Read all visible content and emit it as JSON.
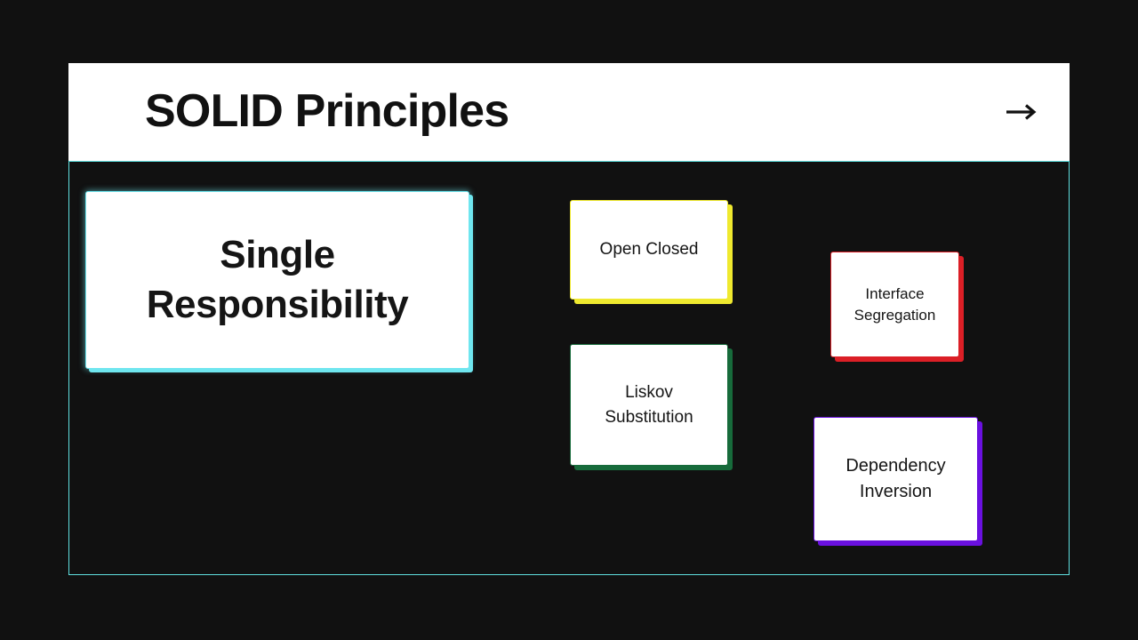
{
  "slide": {
    "background_color": "#111111",
    "frame_border_color": "#5fe0e0"
  },
  "header": {
    "title": "SOLID Principles",
    "background_color": "#ffffff",
    "text_color": "#111111",
    "next_arrow_icon": "arrow-right-icon"
  },
  "cards": [
    {
      "id": "single-responsibility",
      "label": "Single\nResponsibility",
      "accent_color": "#6fe6ef",
      "accent_name": "cyan",
      "emphasis": "primary"
    },
    {
      "id": "open-closed",
      "label": "Open Closed",
      "accent_color": "#efe92f",
      "accent_name": "yellow",
      "emphasis": "normal"
    },
    {
      "id": "liskov-substitution",
      "label": "Liskov\nSubstitution",
      "accent_color": "#176b3b",
      "accent_name": "green",
      "emphasis": "normal"
    },
    {
      "id": "interface-segregation",
      "label": "Interface\nSegregation",
      "accent_color": "#db1f26",
      "accent_name": "red",
      "emphasis": "normal"
    },
    {
      "id": "dependency-inversion",
      "label": "Dependency\nInversion",
      "accent_color": "#6a10e0",
      "accent_name": "purple",
      "emphasis": "normal"
    }
  ]
}
